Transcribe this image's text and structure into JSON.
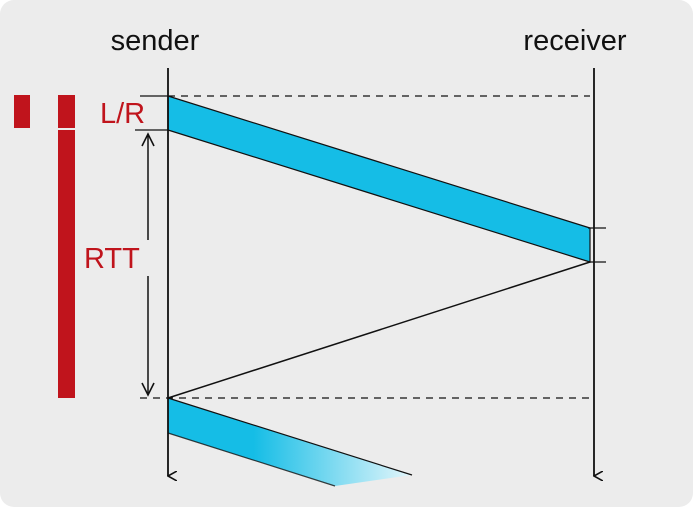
{
  "diagram": {
    "actors": {
      "sender": "sender",
      "receiver": "receiver"
    },
    "labels": {
      "transmission_time": "L/R",
      "round_trip_time": "RTT"
    },
    "colors": {
      "background": "#ececec",
      "packet_fill": "#15bde6",
      "packet_fade": "#e4f6fb",
      "accent_red": "#c0141c",
      "line": "#111111"
    }
  }
}
